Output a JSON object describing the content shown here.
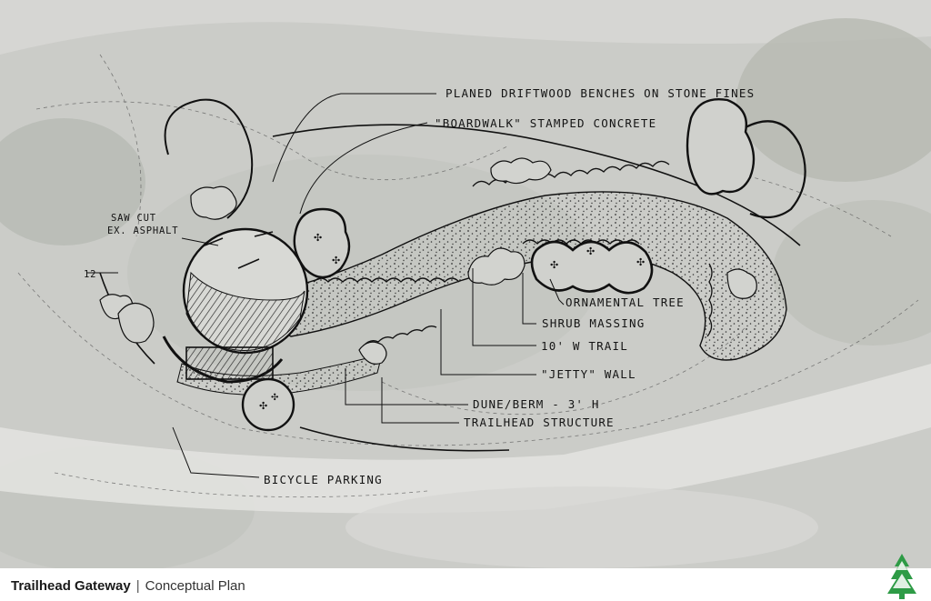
{
  "footer": {
    "title": "Trailhead Gateway",
    "separator": "|",
    "subtitle": "Conceptual Plan"
  },
  "labels": {
    "benches": "PLANED DRIFTWOOD BENCHES ON STONE FINES",
    "boardwalk": "\"BOARDWALK\" STAMPED CONCRETE",
    "saw_cut_1": "SAW CUT",
    "saw_cut_2": "EX. ASPHALT",
    "ornamental_tree": "ORNAMENTAL TREE",
    "shrub_massing": "SHRUB MASSING",
    "trail": "10' W TRAIL",
    "jetty_wall": "\"JETTY\" WALL",
    "dune_berm": "DUNE/BERM - 3' H",
    "trailhead_structure": "TRAILHEAD STRUCTURE",
    "bicycle_parking": "BICYCLE PARKING",
    "dim_12": "12"
  },
  "colors": {
    "aerial_base": "#c9cbc6",
    "sketch_ink": "#141414",
    "brand_green": "#2e9b46"
  },
  "logo_icon": "tree-triangle-logo-icon"
}
